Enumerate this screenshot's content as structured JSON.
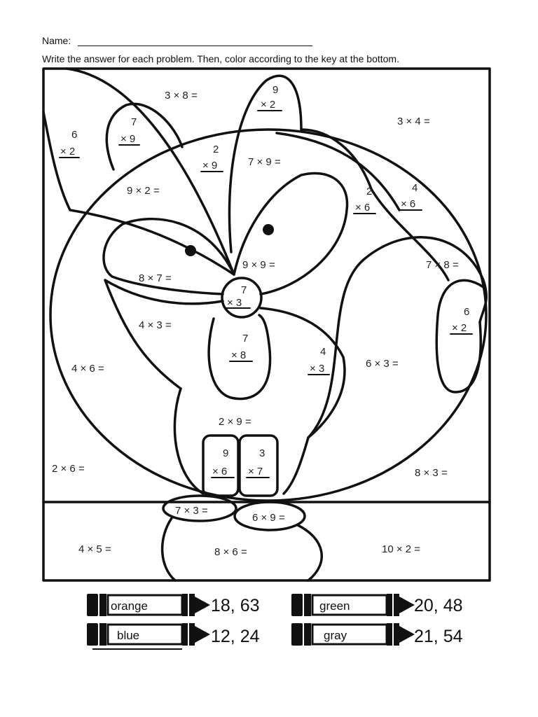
{
  "header": {
    "name_label": "Name:",
    "instructions": "Write the answer for each problem. Then, color according to the key at the bottom."
  },
  "problems": {
    "p3x8": "3 × 8 =",
    "p9x2_top": "9",
    "p9x2_bot": "× 2",
    "p3x4": "3 × 4 =",
    "p7x9_top": "7",
    "p7x9_bot": "× 9",
    "p6x2_left_top": "6",
    "p6x2_left_bot": "× 2",
    "p2x9_top": "2",
    "p2x9_bot": "× 9",
    "p7x9h": "7 × 9 =",
    "p9x2h": "9 × 2 =",
    "p2x6_top": "2",
    "p2x6_bot": "× 6",
    "p4x6_top": "4",
    "p4x6_bot": "× 6",
    "p9x9": "9 × 9 =",
    "p7x8": "7 × 8 =",
    "p8x7": "8 × 7 =",
    "p7x3_top": "7",
    "p7x3_bot": "× 3",
    "p6x2_right_top": "6",
    "p6x2_right_bot": "× 2",
    "p4x3h": "4 × 3 =",
    "p7x8v_top": "7",
    "p7x8v_bot": "× 8",
    "p4x3v_top": "4",
    "p4x3v_bot": "× 3",
    "p4x6h": "4 × 6 =",
    "p6x3": "6 × 3 =",
    "p2x9h": "2 × 9 =",
    "p9x6_top": "9",
    "p9x6_bot": "× 6",
    "p3x7_top": "3",
    "p3x7_bot": "× 7",
    "p2x6h": "2 × 6 =",
    "p8x3": "8 × 3 =",
    "p7x3h": "7 × 3 =",
    "p6x9": "6 × 9 =",
    "p4x5": "4 × 5 =",
    "p8x6": "8 × 6 =",
    "p10x2": "10 × 2 ="
  },
  "key": [
    {
      "color": "orange",
      "answers": "18, 63"
    },
    {
      "color": "green",
      "answers": "20, 48"
    },
    {
      "color": "blue",
      "answers": "12, 24"
    },
    {
      "color": "gray",
      "answers": "21, 54"
    }
  ]
}
